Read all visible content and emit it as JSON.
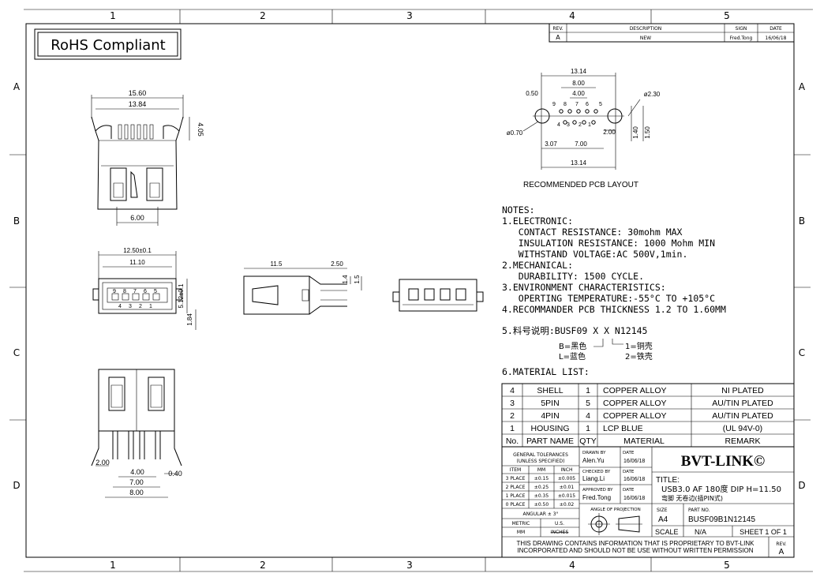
{
  "border": {
    "columns": [
      "1",
      "2",
      "3",
      "4",
      "5"
    ],
    "rows": [
      "A",
      "B",
      "C",
      "D"
    ]
  },
  "rohs": "RoHS Compliant",
  "revision_table": {
    "headers": [
      "REV.",
      "DESCRIPTION",
      "SIGN",
      "DATE"
    ],
    "row": [
      "A",
      "NEW",
      "Fred.Tong",
      "16/06/18"
    ]
  },
  "pcb_layout": {
    "title": "RECOMMENDED PCB LAYOUT",
    "dims": [
      "13.14",
      "8.00",
      "4.00",
      "0.50",
      "ø2.30",
      "ø0.70",
      "3.07",
      "7.00",
      "2.00",
      "1.40",
      "1.50",
      "13.14"
    ],
    "pins_top": [
      "9",
      "8",
      "7",
      "6",
      "5"
    ],
    "pins_bottom": [
      "4",
      "3",
      "2",
      "1"
    ]
  },
  "views": {
    "top_dims": [
      "15.60",
      "13.84",
      "4.05",
      "6.00"
    ],
    "front_dims": [
      "12.50±0.1",
      "11.10",
      "5.12±0.1",
      "1.84"
    ],
    "front_pins_top": [
      "9",
      "8",
      "7",
      "6",
      "5"
    ],
    "front_pins_bottom": [
      "4",
      "3",
      "2",
      "1"
    ],
    "side_dims": [
      "11.5",
      "2.50",
      "1.4",
      "1.5"
    ],
    "bottom_dims": [
      "2.00",
      "4.00",
      "0.40",
      "7.00",
      "8.00"
    ]
  },
  "notes": {
    "heading": "NOTES:",
    "lines": [
      "1.ELECTRONIC:",
      "   CONTACT RESISTANCE: 30mohm MAX",
      "   INSULATION RESISTANCE: 1000 Mohm MIN",
      "   WITHSTAND VOLTAGE:AC 500V,1min.",
      "2.MECHANICAL:",
      "   DURABILITY: 1500 CYCLE.",
      "3.ENVIRONMENT CHARACTERISTICS:",
      "   OPERTING TEMPERATURE:-55°C TO +105°C",
      "4.RECOMMANDER PCB THICKNESS 1.2 TO 1.60MM"
    ],
    "part_code": "5.料号说明:BUSF09 X X N12145",
    "code_b": "B=黑色",
    "code_l": "L=蓝色",
    "code_1": "1=铜壳",
    "code_2": "2=铁壳",
    "material_heading": "6.MATERIAL LIST:"
  },
  "material_table": {
    "headers": [
      "No.",
      "PART NAME",
      "QTY",
      "MATERIAL",
      "REMARK"
    ],
    "rows": [
      [
        "4",
        "SHELL",
        "1",
        "COPPER ALLOY",
        "NI PLATED"
      ],
      [
        "3",
        "5PIN",
        "5",
        "COPPER ALLOY",
        "AU/TIN PLATED"
      ],
      [
        "2",
        "4PIN",
        "4",
        "COPPER ALLOY",
        "AU/TIN PLATED"
      ],
      [
        "1",
        "HOUSING",
        "1",
        "LCP BLUE",
        "(UL 94V-0)"
      ]
    ]
  },
  "tolerances": {
    "heading1": "GENERAL TOLERANCES",
    "heading2": "(UNLESS SPECIFIED)",
    "cols": [
      "ITEM",
      "MM",
      "INCH"
    ],
    "rows": [
      [
        "3 PLACE",
        "±0.15",
        "±0.005"
      ],
      [
        "2 PLACE",
        "±0.25",
        "±0.01"
      ],
      [
        "1 PLACE",
        "±0.35",
        "±0.015"
      ],
      [
        "0 PLACE",
        "±0.50",
        "±0.02"
      ]
    ],
    "angular": "ANGULAR ± 3°",
    "metric": "METRIC",
    "us": "U.S.",
    "mm": "MM",
    "inches": "INCHES"
  },
  "approvals": {
    "drawn_label": "DRAWN BY",
    "drawn_by": "Alen.Yu",
    "checked_label": "CHECKED BY",
    "checked_by": "Liang.Li",
    "approved_label": "APPROVED BY",
    "approved_by": "Fred.Tong",
    "date_label": "DATE",
    "date": "16/06/18"
  },
  "title_block": {
    "company": "BVT-LINK©",
    "title_label": "TITLE:",
    "title_line1": "USB3.0 AF 180度 DIP H=11.50",
    "title_line2": "弯脚 无卷边(插PIN式)",
    "projection_label": "ANGLE OF PROJECTION",
    "size_label": "SIZE",
    "size": "A4",
    "part_label": "PART NO.",
    "part_no": "BUSF09B1N12145",
    "scale_label": "SCALE",
    "scale": "N/A",
    "sheet": "SHEET 1 OF 1",
    "proprietary1": "THIS DRAWING CONTAINS INFORMATION THAT IS PROPRIETARY TO BVT-LINK",
    "proprietary2": "INCORPORATED AND SHOULD NOT BE USE WITHOUT WRITTEN PERMISSION",
    "rev_label": "REV.",
    "rev": "A"
  }
}
